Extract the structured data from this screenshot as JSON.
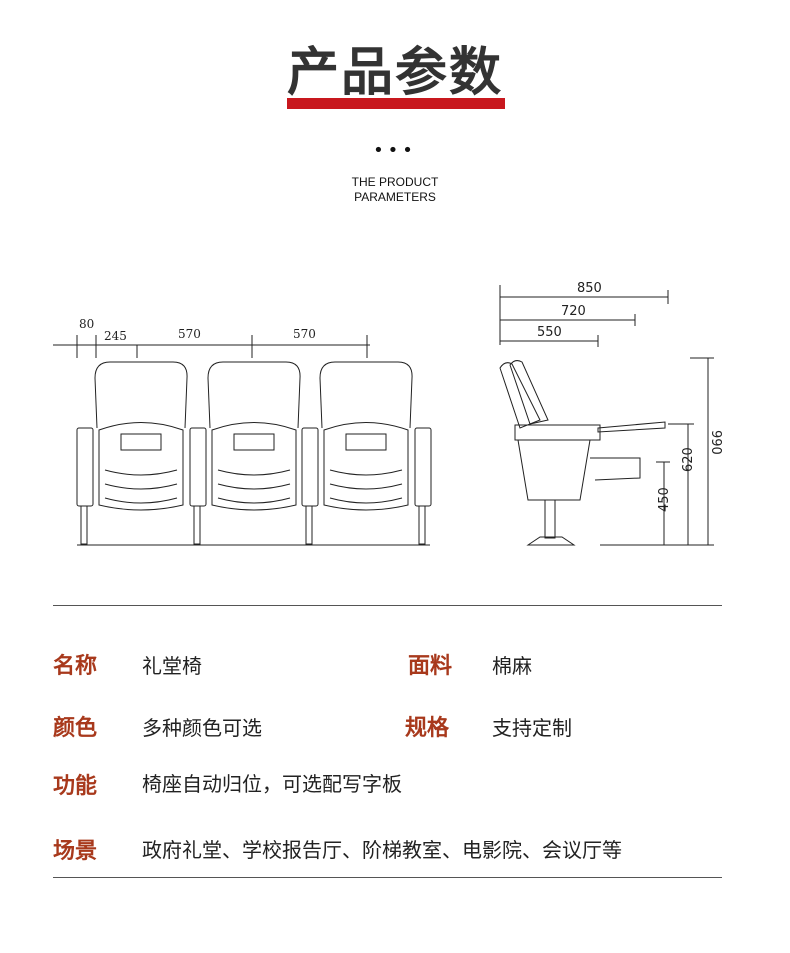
{
  "header": {
    "title": "产品参数",
    "dots": "•••",
    "subtitle_line1": "THE PRODUCT",
    "subtitle_line2": "PARAMETERS"
  },
  "diagram": {
    "front_dims": [
      "80",
      "245",
      "570",
      "570"
    ],
    "side_dims": [
      "850",
      "720",
      "550"
    ],
    "height_dims": [
      "990",
      "620",
      "450"
    ]
  },
  "specs": [
    {
      "label": "名称",
      "value": "礼堂椅"
    },
    {
      "label": "面料",
      "value": "棉麻"
    },
    {
      "label": "颜色",
      "value": "多种颜色可选"
    },
    {
      "label": "规格",
      "value": "支持定制"
    },
    {
      "label": "功能",
      "value": "椅座自动归位，可选配写字板"
    },
    {
      "label": "场景",
      "value": "政府礼堂、学校报告厅、阶梯教室、电影院、会议厅等"
    }
  ],
  "colors": {
    "accent": "#c8181e",
    "label": "#a8391c",
    "title": "#333333"
  }
}
